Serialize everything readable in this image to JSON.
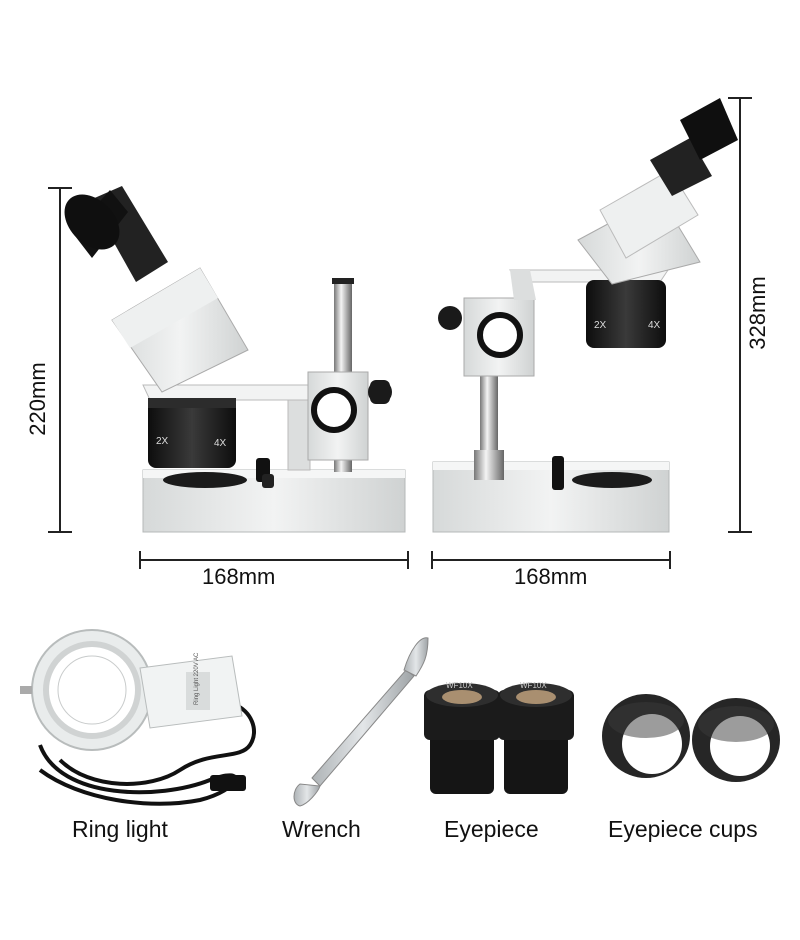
{
  "dimensions": {
    "left_height": "220mm",
    "left_width": "168mm",
    "right_height": "328mm",
    "right_width": "168mm"
  },
  "accessories": [
    {
      "label": "Ring light"
    },
    {
      "label": "Wrench"
    },
    {
      "label": "Eyepiece"
    },
    {
      "label": "Eyepiece cups"
    }
  ],
  "lens_markings": {
    "left_low": "2X",
    "left_high": "4X",
    "right_low": "2X",
    "right_high": "4X",
    "eyepiece_label": "WF10X",
    "ring_light_label": "Ring Light 220V AC"
  },
  "colors": {
    "body_white": "#e9ebeb",
    "lens_black": "#1a1a1a",
    "dimension_line": "#222222"
  }
}
